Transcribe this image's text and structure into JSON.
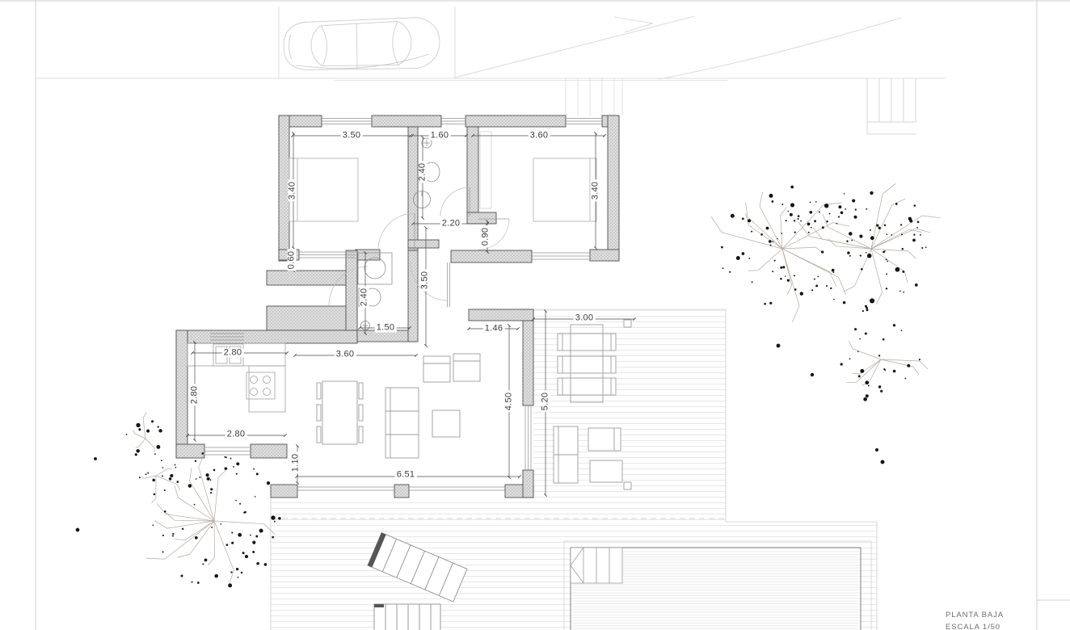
{
  "sheet": {
    "title": "PLANTA BAJA",
    "scale": "ESCALA 1/50"
  },
  "dims": {
    "bed1_width": "3.50",
    "bath1_width": "1.60",
    "bed2_width": "3.60",
    "bed1_height": "3.40",
    "bath1_depth": "2.40",
    "bed2_height": "3.40",
    "hall_width": "2.20",
    "door_offset": "0.90",
    "hall_height": "3.50",
    "wall_return": "0.60",
    "bath2_depth": "2.40",
    "bath2_width": "1.50",
    "kitchen_top": "2.80",
    "dining_width": "3.60",
    "terrace_offset": "1.46",
    "terrace_width": "3.00",
    "kitchen_side": "2.80",
    "kitchen_bottom": "2.80",
    "living_depth": "4.50",
    "terrace_depth": "5.20",
    "porch_offset": "1.10",
    "living_width": "6.51"
  }
}
